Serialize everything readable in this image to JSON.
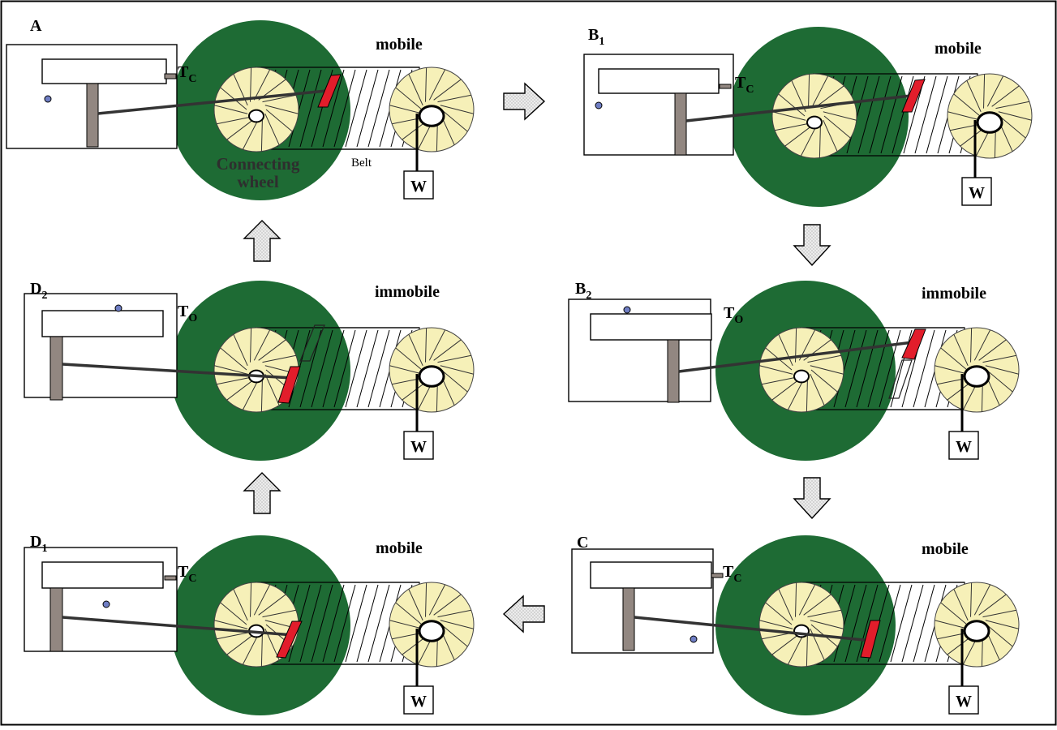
{
  "colors": {
    "wheel": "#1e6b34",
    "pulley": "#f6f0b8",
    "stick": "#928781",
    "latch": "#e21d2b",
    "dot": "#6f7ec4",
    "arrow_fill": "#e6e6e6"
  },
  "panels": [
    {
      "id": "A",
      "label": "A",
      "sub": "",
      "tension": "T",
      "tension_sub": "C",
      "state": "mobile",
      "weight": "W"
    },
    {
      "id": "B1",
      "label": "B",
      "sub": "1",
      "tension": "T",
      "tension_sub": "C",
      "state": "mobile",
      "weight": "W"
    },
    {
      "id": "D2",
      "label": "D",
      "sub": "2",
      "tension": "T",
      "tension_sub": "O",
      "state": "immobile",
      "weight": "W"
    },
    {
      "id": "B2",
      "label": "B",
      "sub": "2",
      "tension": "T",
      "tension_sub": "O",
      "state": "immobile",
      "weight": "W"
    },
    {
      "id": "D1",
      "label": "D",
      "sub": "1",
      "tension": "T",
      "tension_sub": "C",
      "state": "mobile",
      "weight": "W"
    },
    {
      "id": "C",
      "label": "C",
      "sub": "",
      "tension": "T",
      "tension_sub": "C",
      "state": "mobile",
      "weight": "W"
    }
  ],
  "annotations": {
    "connecting_wheel_line1": "Connecting",
    "connecting_wheel_line2": "wheel",
    "belt": "Belt"
  }
}
